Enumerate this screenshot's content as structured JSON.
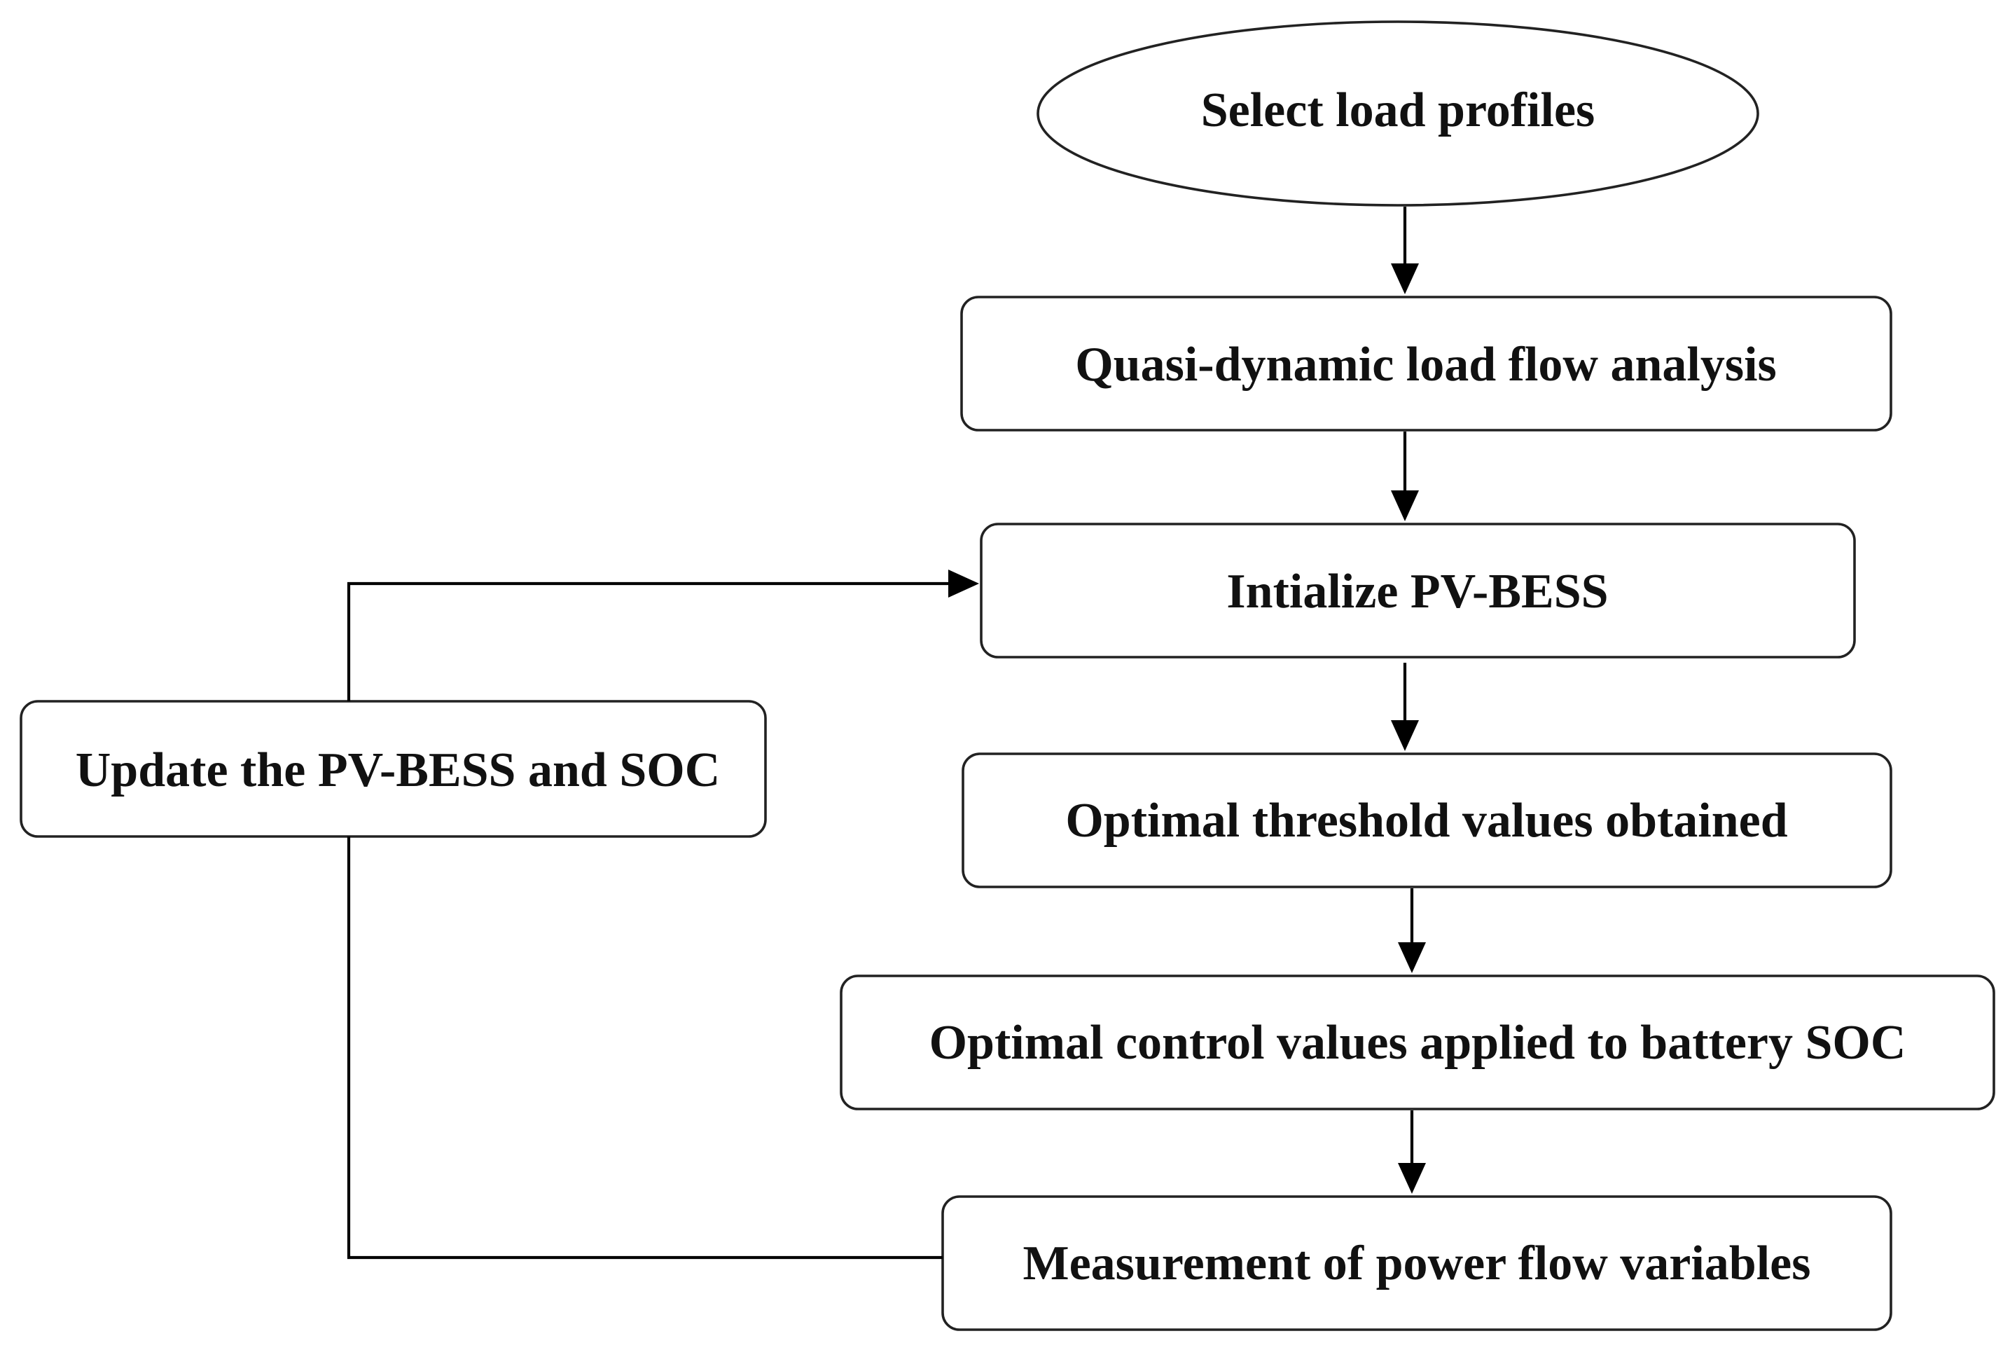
{
  "diagram": {
    "type": "flowchart",
    "nodes": [
      {
        "id": "select-load-profiles",
        "shape": "ellipse",
        "label": "Select load profiles"
      },
      {
        "id": "quasi-dynamic-load-flow",
        "shape": "rounded-rect",
        "label": "Quasi-dynamic load flow analysis"
      },
      {
        "id": "initialize-pv-bess",
        "shape": "rounded-rect",
        "label": "Intialize PV-BESS"
      },
      {
        "id": "optimal-threshold",
        "shape": "rounded-rect",
        "label": "Optimal threshold values obtained"
      },
      {
        "id": "optimal-control",
        "shape": "rounded-rect",
        "label": "Optimal control values applied to battery SOC"
      },
      {
        "id": "measurement",
        "shape": "rounded-rect",
        "label": "Measurement of power flow variables"
      },
      {
        "id": "update-pv-bess-soc",
        "shape": "rounded-rect",
        "label": "Update the PV-BESS and SOC"
      }
    ],
    "edges": [
      {
        "from": "select-load-profiles",
        "to": "quasi-dynamic-load-flow"
      },
      {
        "from": "quasi-dynamic-load-flow",
        "to": "initialize-pv-bess"
      },
      {
        "from": "initialize-pv-bess",
        "to": "optimal-threshold"
      },
      {
        "from": "optimal-threshold",
        "to": "optimal-control"
      },
      {
        "from": "optimal-control",
        "to": "measurement"
      },
      {
        "from": "measurement",
        "to": "update-pv-bess-soc"
      },
      {
        "from": "update-pv-bess-soc",
        "to": "initialize-pv-bess"
      }
    ],
    "colors": {
      "stroke": "#222222",
      "text": "#111111",
      "background": "#ffffff"
    }
  }
}
